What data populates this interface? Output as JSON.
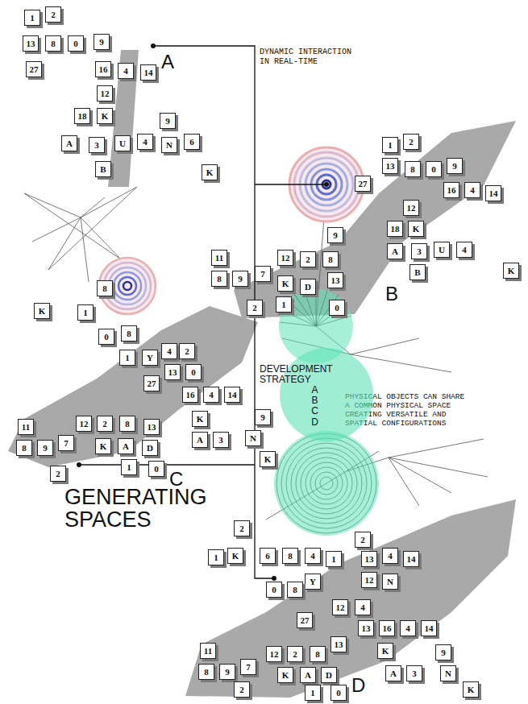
{
  "diagram": {
    "title": "GENERATING SPACES",
    "nodes": [
      {
        "text": [
          "DEVELOPMENT STRATEGY",
          "A B C D"
        ]
      }
    ],
    "labels": [
      "DYNAMIC INTERACTION IN REAL-TIME",
      "A",
      "B",
      "PHYSICAL OBJECTS CAN SHARE A COMMON PHYSICAL SPACE CREATING VERSATILE AND SPATIAL CONFIGURATIONS",
      "C",
      "D",
      "1",
      "2",
      "13",
      "8",
      "0",
      "9",
      "27",
      "16",
      "4",
      "14",
      "12",
      "18",
      "K",
      "A",
      "3",
      "U",
      "4",
      "9",
      "N",
      "6",
      "B",
      "K",
      "1",
      "2",
      "13",
      "8",
      "0",
      "9",
      "27",
      "16",
      "4",
      "14",
      "12",
      "18",
      "K",
      "A",
      "3",
      "U",
      "4",
      "B",
      "K",
      "9",
      "11",
      "8",
      "9",
      "7",
      "12",
      "2",
      "8",
      "13",
      "K",
      "D",
      "1",
      "0",
      "2",
      "K",
      "8",
      "1",
      "0",
      "8",
      "1",
      "Y",
      "4",
      "2",
      "13",
      "0",
      "27",
      "16",
      "4",
      "14",
      "K",
      "A",
      "3",
      "N",
      "9",
      "K",
      "11",
      "8",
      "9",
      "7",
      "12",
      "2",
      "8",
      "13",
      "K",
      "A",
      "D",
      "1",
      "0",
      "2",
      "2",
      "1",
      "K",
      "6",
      "8",
      "4",
      "1",
      "2",
      "13",
      "4",
      "14",
      "12",
      "N",
      "Y",
      "0",
      "8",
      "27",
      "12",
      "4",
      "13",
      "16",
      "4",
      "14",
      "K",
      "A",
      "3",
      "N",
      "9",
      "K",
      "11",
      "8",
      "9",
      "7",
      "12",
      "2",
      "8",
      "13",
      "K",
      "A",
      "D",
      "0",
      "1",
      "2"
    ]
  }
}
